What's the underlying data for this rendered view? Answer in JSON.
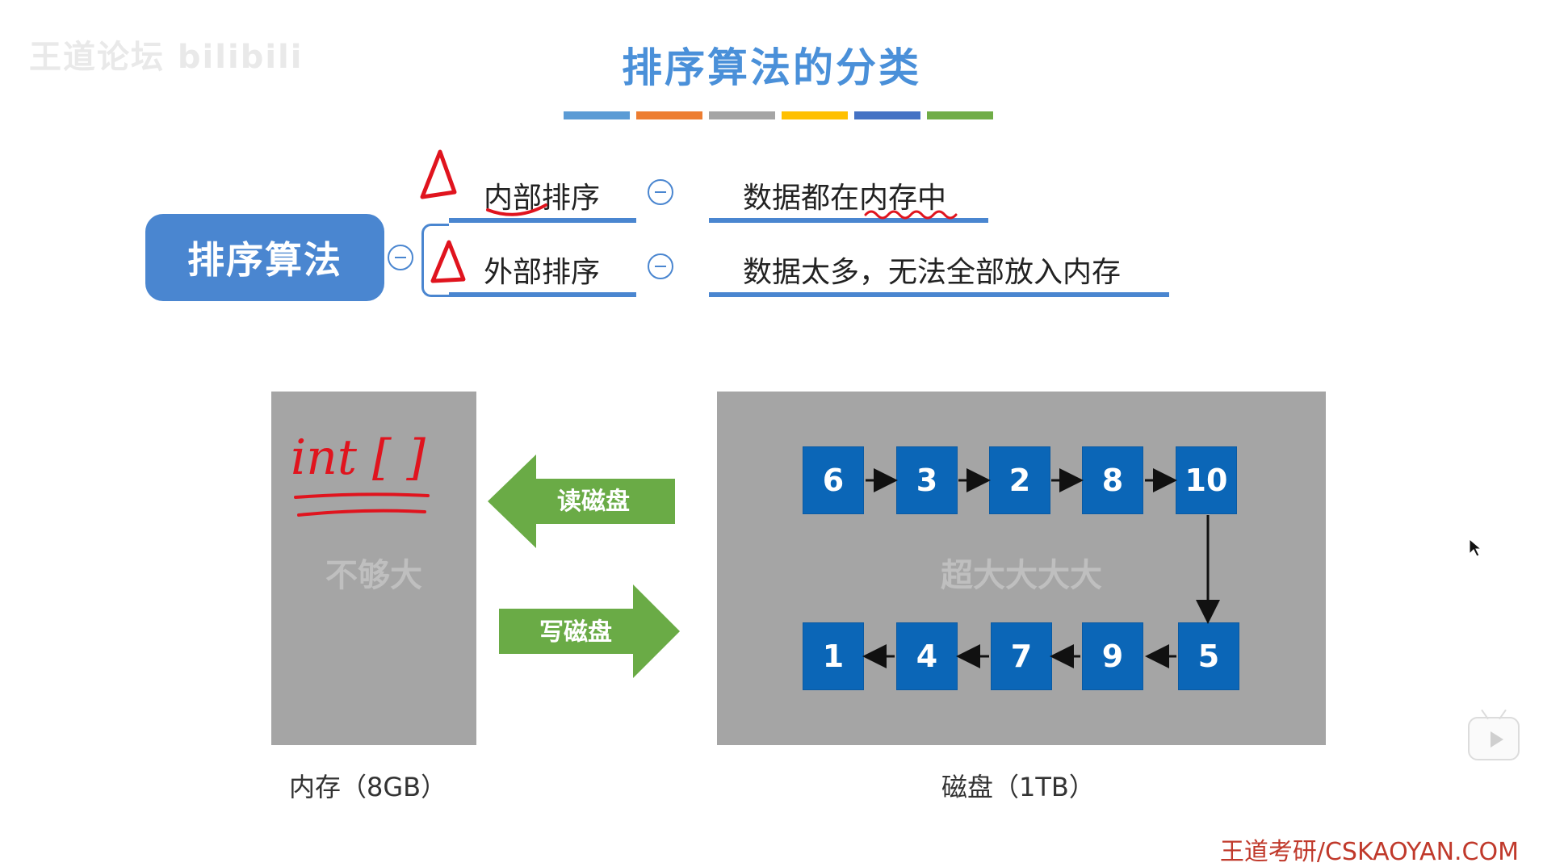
{
  "header": {
    "watermark": "王道论坛 bilibili",
    "title": "排序算法的分类",
    "color_bar": [
      "#5b9bd5",
      "#ed7d31",
      "#a5a5a5",
      "#ffc000",
      "#4472c4",
      "#70ad47"
    ]
  },
  "mindmap": {
    "root": "排序算法",
    "branches": [
      {
        "label": "内部排序",
        "detail": "数据都在内存中"
      },
      {
        "label": "外部排序",
        "detail": "数据太多，无法全部放入内存"
      }
    ],
    "accent": "#4a86d0"
  },
  "annotations": {
    "handwriting": "int [ ]",
    "ink_color": "#e0141e"
  },
  "memory_panel": {
    "caption": "不够大",
    "label": "内存（8GB）"
  },
  "transfer_arrows": {
    "read": "读磁盘",
    "write": "写磁盘",
    "color": "#6aab46"
  },
  "disk_panel": {
    "caption": "超大大大大",
    "label": "磁盘（1TB）",
    "top_row": [
      "6",
      "3",
      "2",
      "8",
      "10"
    ],
    "bottom_row": [
      "1",
      "4",
      "7",
      "9",
      "5"
    ],
    "block_color": "#0b66b7"
  },
  "footer": {
    "site": "王道考研/CSKAOYAN.COM"
  }
}
